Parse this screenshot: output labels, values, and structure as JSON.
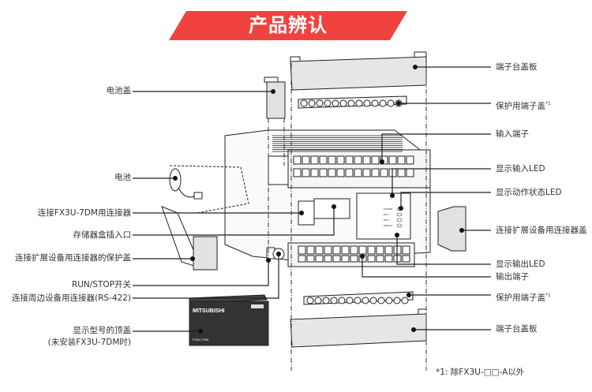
{
  "banner": {
    "title": "产品辨认",
    "color": "#f0433f"
  },
  "labels_left": [
    {
      "id": "battery-cover",
      "text": "电池盖"
    },
    {
      "id": "battery",
      "text": "电池"
    },
    {
      "id": "fx3u-7dm-connector",
      "text": "连接FX3U-7DM用连接器"
    },
    {
      "id": "memory-cassette-slot",
      "text": "存储器盒插入口"
    },
    {
      "id": "expansion-connector-protective-cover",
      "text": "连接扩展设备用连接器的保护盖"
    },
    {
      "id": "run-stop-switch",
      "text": "RUN/STOP开关"
    },
    {
      "id": "peripheral-connector",
      "text": "连接周边设备用连接器(RS-422)"
    },
    {
      "id": "model-top-cover-line1",
      "text": "显示型号的顶盖"
    },
    {
      "id": "model-top-cover-line2",
      "text": "(未安装FX3U-7DM时)"
    }
  ],
  "labels_right": [
    {
      "id": "terminal-block-cover-top",
      "text": "端子台盖板"
    },
    {
      "id": "terminal-protective-cover-top",
      "text": "保护用端子盖",
      "sup": "*1"
    },
    {
      "id": "input-terminals",
      "text": "输入端子"
    },
    {
      "id": "input-led",
      "text": "显示输入LED"
    },
    {
      "id": "status-led",
      "text": "显示动作状态LED"
    },
    {
      "id": "expansion-connector-cover",
      "text": "连接扩展设备用连接器盖"
    },
    {
      "id": "output-led",
      "text": "显示输出LED"
    },
    {
      "id": "output-terminals",
      "text": "输出端子"
    },
    {
      "id": "terminal-protective-cover-bottom",
      "text": "保护用端子盖",
      "sup": "*1"
    },
    {
      "id": "terminal-block-cover-bottom",
      "text": "端子台盖板"
    }
  ],
  "device": {
    "brand": "MITSUBISHI",
    "model_plate": "FX3U-7DM",
    "led_labels": [
      "POWER",
      "RUN",
      "BATT",
      "ERROR"
    ]
  },
  "footnote": "*1: 除FX3U-□□-A以外"
}
